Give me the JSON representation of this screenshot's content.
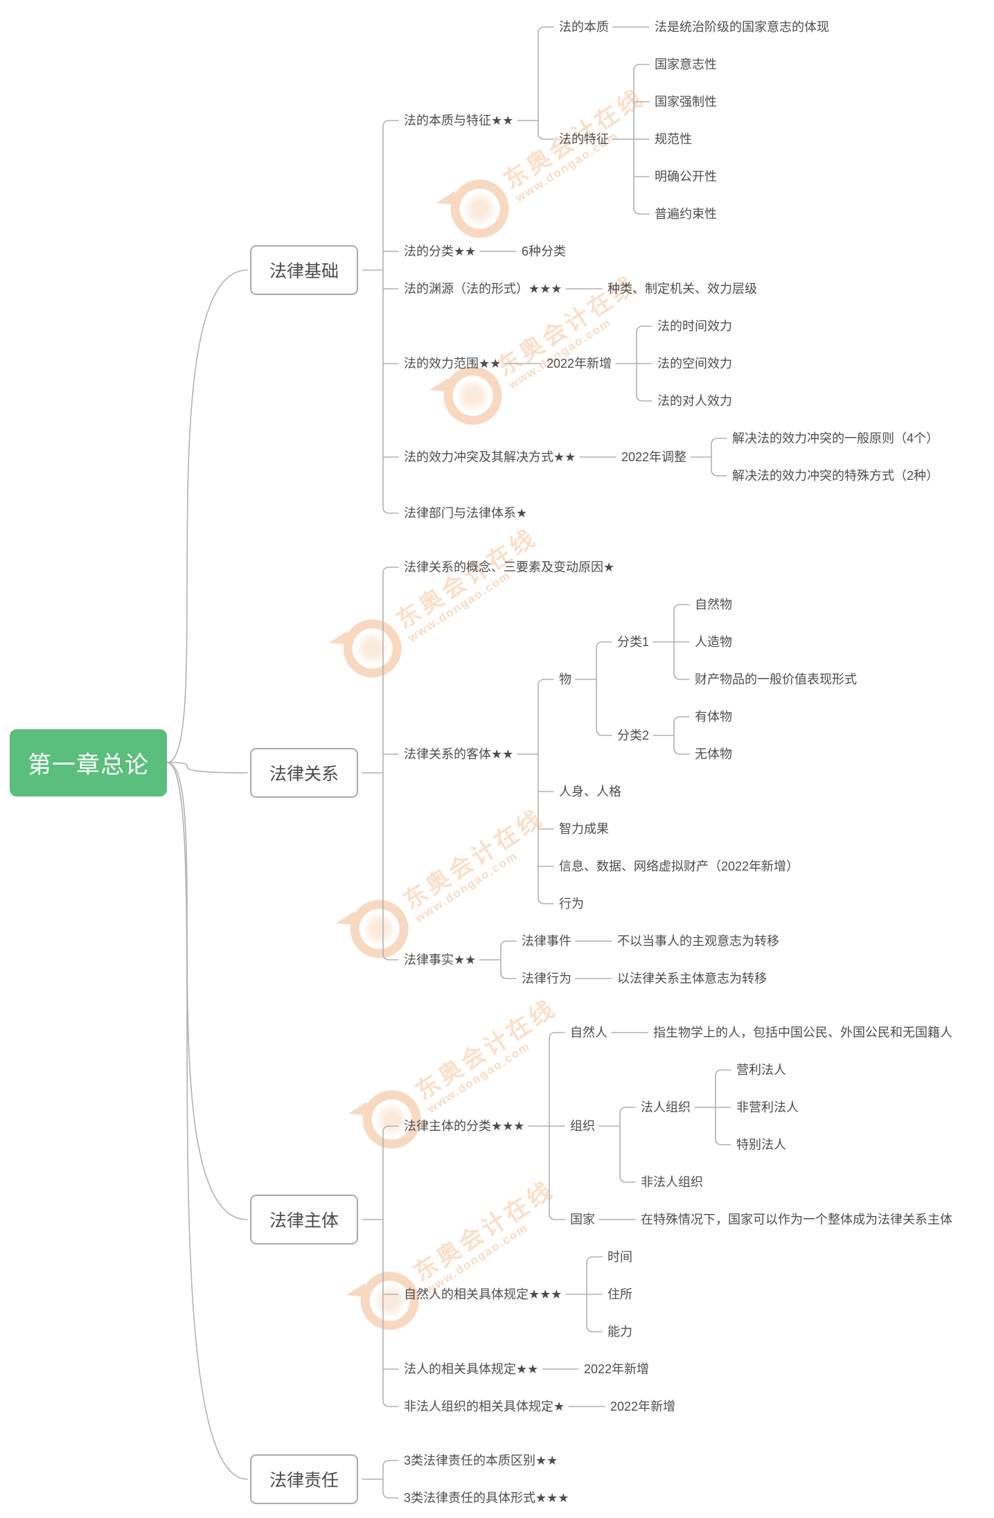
{
  "colors": {
    "root_bg": "#5abe7d",
    "root_text": "#ffffff",
    "box_border": "#a9a9a9",
    "text": "#4d4d4d",
    "line": "#b1b1b1",
    "watermark_orange": "#f3bf98"
  },
  "watermark": {
    "brand": "东奥会计在线",
    "url": "www.dongao.com"
  },
  "mindmap": {
    "label": "第一章总论",
    "children": [
      {
        "label": "法律基础",
        "children": [
          {
            "label": "法的本质与特征★★",
            "children": [
              {
                "label": "法的本质",
                "children": [
                  {
                    "label": "法是统治阶级的国家意志的体现"
                  }
                ]
              },
              {
                "label": "法的特征",
                "children": [
                  {
                    "label": "国家意志性"
                  },
                  {
                    "label": "国家强制性"
                  },
                  {
                    "label": "规范性"
                  },
                  {
                    "label": "明确公开性"
                  },
                  {
                    "label": "普遍约束性"
                  }
                ]
              }
            ]
          },
          {
            "label": "法的分类★★",
            "children": [
              {
                "label": "6种分类"
              }
            ]
          },
          {
            "label": "法的渊源（法的形式）★★★",
            "children": [
              {
                "label": "种类、制定机关、效力层级"
              }
            ]
          },
          {
            "label": "法的效力范围★★",
            "children": [
              {
                "label": "2022年新增",
                "children": [
                  {
                    "label": "法的时间效力"
                  },
                  {
                    "label": "法的空间效力"
                  },
                  {
                    "label": "法的对人效力"
                  }
                ]
              }
            ]
          },
          {
            "label": "法的效力冲突及其解决方式★★",
            "children": [
              {
                "label": "2022年调整",
                "children": [
                  {
                    "label": "解决法的效力冲突的一般原则（4个）"
                  },
                  {
                    "label": "解决法的效力冲突的特殊方式（2种）"
                  }
                ]
              }
            ]
          },
          {
            "label": "法律部门与法律体系★"
          }
        ]
      },
      {
        "label": "法律关系",
        "children": [
          {
            "label": "法律关系的概念、三要素及变动原因★"
          },
          {
            "label": "法律关系的客体★★",
            "children": [
              {
                "label": "物",
                "children": [
                  {
                    "label": "分类1",
                    "children": [
                      {
                        "label": "自然物"
                      },
                      {
                        "label": "人造物"
                      },
                      {
                        "label": "财产物品的一般价值表现形式"
                      }
                    ]
                  },
                  {
                    "label": "分类2",
                    "children": [
                      {
                        "label": "有体物"
                      },
                      {
                        "label": "无体物"
                      }
                    ]
                  }
                ]
              },
              {
                "label": "人身、人格"
              },
              {
                "label": "智力成果"
              },
              {
                "label": "信息、数据、网络虚拟财产（2022年新增）"
              },
              {
                "label": "行为"
              }
            ]
          },
          {
            "label": "法律事实★★",
            "children": [
              {
                "label": "法律事件",
                "children": [
                  {
                    "label": "不以当事人的主观意志为转移"
                  }
                ]
              },
              {
                "label": "法律行为",
                "children": [
                  {
                    "label": "以法律关系主体意志为转移"
                  }
                ]
              }
            ]
          }
        ]
      },
      {
        "label": "法律主体",
        "children": [
          {
            "label": "法律主体的分类★★★",
            "children": [
              {
                "label": "自然人",
                "children": [
                  {
                    "label": "指生物学上的人，包括中国公民、外国公民和无国籍人"
                  }
                ]
              },
              {
                "label": "组织",
                "children": [
                  {
                    "label": "法人组织",
                    "children": [
                      {
                        "label": "营利法人"
                      },
                      {
                        "label": "非营利法人"
                      },
                      {
                        "label": "特别法人"
                      }
                    ]
                  },
                  {
                    "label": "非法人组织"
                  }
                ]
              },
              {
                "label": "国家",
                "children": [
                  {
                    "label": "在特殊情况下，国家可以作为一个整体成为法律关系主体"
                  }
                ]
              }
            ]
          },
          {
            "label": "自然人的相关具体规定★★★",
            "children": [
              {
                "label": "时间"
              },
              {
                "label": "住所"
              },
              {
                "label": "能力"
              }
            ]
          },
          {
            "label": "法人的相关具体规定★★",
            "children": [
              {
                "label": "2022年新增"
              }
            ]
          },
          {
            "label": "非法人组织的相关具体规定★",
            "children": [
              {
                "label": "2022年新增"
              }
            ]
          }
        ]
      },
      {
        "label": "法律责任",
        "children": [
          {
            "label": "3类法律责任的本质区别★★"
          },
          {
            "label": "3类法律责任的具体形式★★★"
          }
        ]
      }
    ]
  }
}
